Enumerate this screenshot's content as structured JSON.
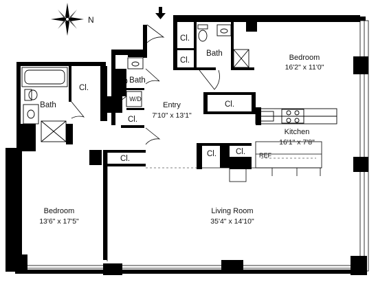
{
  "compass": {
    "north_label": "N",
    "icon": "compass-rose-icon"
  },
  "entry_arrow_icon": "arrow-down-icon",
  "colors": {
    "wall": "#000000",
    "background": "#ffffff",
    "fixture": "#222222"
  },
  "rooms": {
    "bedroom_ne": {
      "name": "Bedroom",
      "dim": "16'2\" x 11'0\""
    },
    "bedroom_sw": {
      "name": "Bedroom",
      "dim": "13'6\" x 17'5\""
    },
    "entry": {
      "name": "Entry",
      "dim": "7'10\" x 13'1\""
    },
    "kitchen": {
      "name": "Kitchen",
      "dim": "16'1\" x 7'8\""
    },
    "living": {
      "name": "Living Room",
      "dim": "35'4\" x 14'10\""
    }
  },
  "labels": {
    "bath_top": "Bath",
    "bath_mid": "Bath",
    "bath_left": "Bath",
    "cl": "Cl.",
    "wd": "W/D",
    "ref": "REF"
  }
}
